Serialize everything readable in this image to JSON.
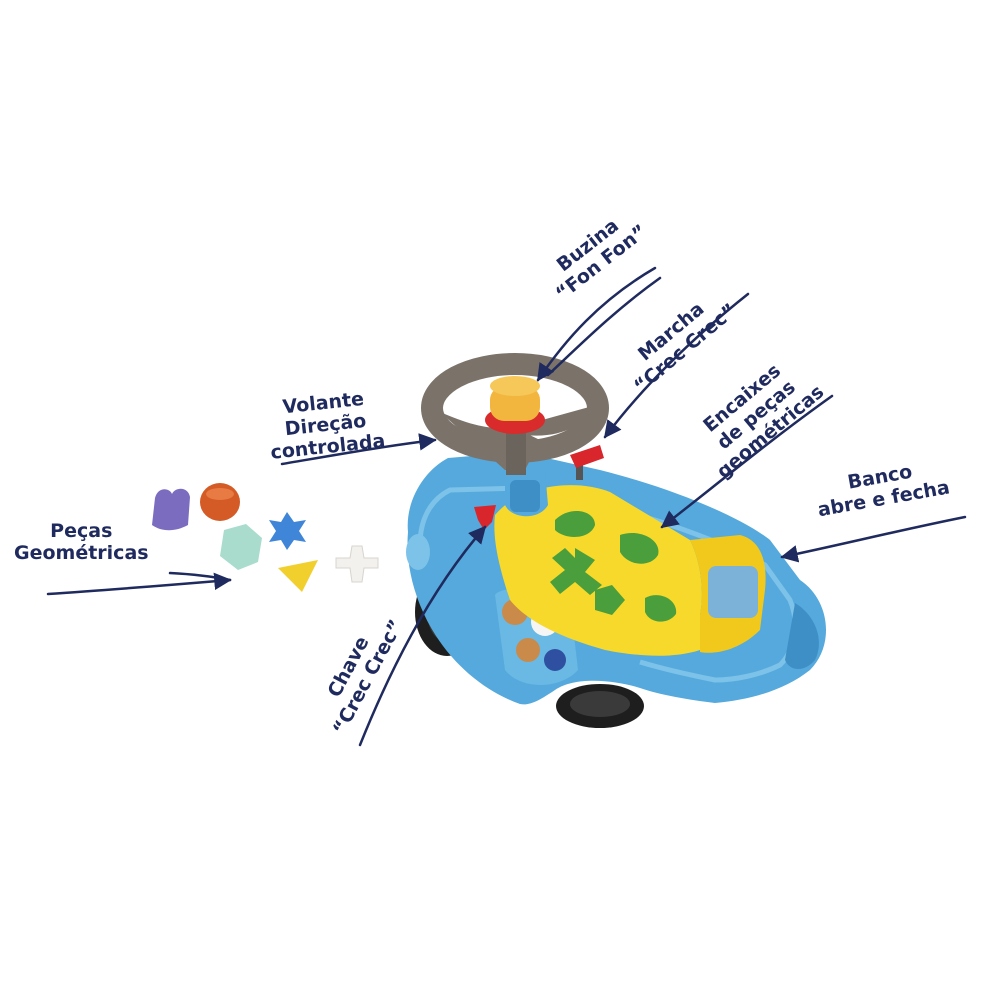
{
  "colors": {
    "ink": "#1f2a5e",
    "car_body": "#55a9dc",
    "seat": "#f6d92a",
    "steering_wheel": "#7b736a",
    "horn_button": "#f2b53d",
    "key": "#d9262c",
    "shape_purple": "#7b6cc0",
    "shape_orange": "#d45a26",
    "shape_mint": "#a9dccd",
    "shape_blue": "#3f86d8",
    "shape_yellow": "#f1cf2d",
    "shape_white": "#f3f1ee"
  },
  "callouts": {
    "buzina": {
      "line1": "Buzina",
      "line2": "“Fon Fon”"
    },
    "marcha": {
      "line1": "Marcha",
      "line2": "“Crec Crec”"
    },
    "encaixes": {
      "line1": "Encaixes",
      "line2": "de peças",
      "line3": "geométricas"
    },
    "volante": {
      "line1": "Volante",
      "line2": "Direção",
      "line3": "controlada"
    },
    "banco": {
      "line1": "Banco",
      "line2": "abre e fecha"
    },
    "pecas": {
      "line1": "Peças",
      "line2": "Geométricas"
    },
    "chave": {
      "line1": "Chave",
      "line2": "“Crec Crec”"
    }
  },
  "icons": {
    "arrow": "arrow-icon",
    "car": "ride-on-car-icon",
    "shapes": [
      "heart-shape-icon",
      "circle-shape-icon",
      "hexagon-shape-icon",
      "star-shape-icon",
      "triangle-shape-icon",
      "cross-shape-icon"
    ]
  }
}
